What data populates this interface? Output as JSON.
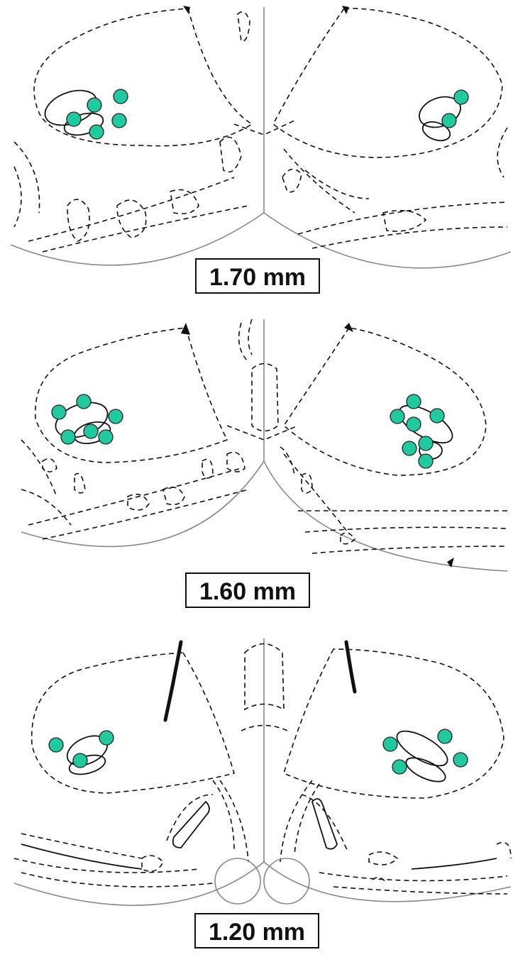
{
  "figure": {
    "marker_color": "#20c9a0",
    "panels": [
      {
        "label": "1.70 mm",
        "sites": [
          {
            "side": "left",
            "count": 5
          },
          {
            "side": "right",
            "count": 2
          }
        ]
      },
      {
        "label": "1.60 mm",
        "sites": [
          {
            "side": "left",
            "count": 6
          },
          {
            "side": "right",
            "count": 7
          }
        ]
      },
      {
        "label": "1.20 mm",
        "sites": [
          {
            "side": "left",
            "count": 3
          },
          {
            "side": "right",
            "count": 4
          }
        ]
      }
    ]
  }
}
